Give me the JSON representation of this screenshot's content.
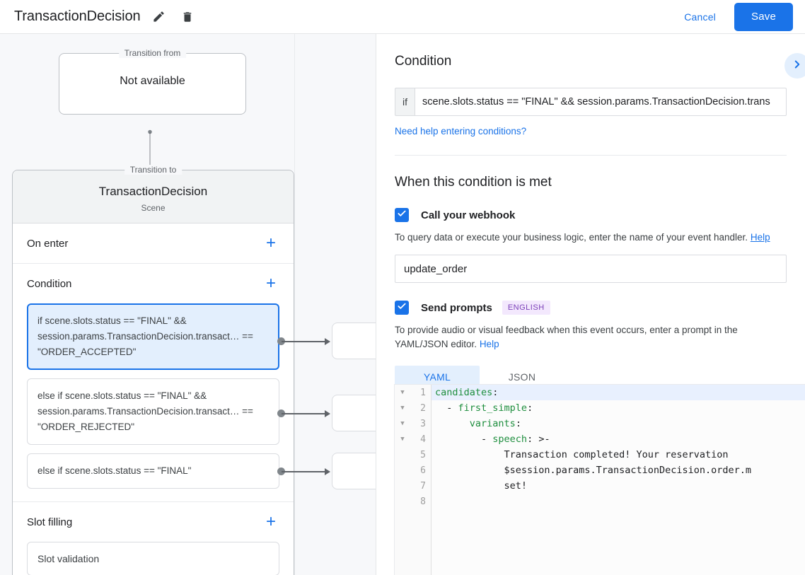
{
  "header": {
    "title": "TransactionDecision",
    "edit_icon": "pencil-icon",
    "delete_icon": "trash-icon",
    "cancel_label": "Cancel",
    "save_label": "Save",
    "accent_color": "#1a73e8"
  },
  "canvas": {
    "transition_from": {
      "legend": "Transition from",
      "value": "Not available"
    },
    "transition_to": {
      "legend": "Transition to",
      "scene_name": "TransactionDecision",
      "scene_type": "Scene"
    },
    "sections": [
      {
        "title": "On enter",
        "add_label": "+"
      },
      {
        "title": "Condition",
        "add_label": "+"
      },
      {
        "title": "Slot filling",
        "add_label": "+"
      }
    ],
    "conditions": [
      {
        "text": "if scene.slots.status == \"FINAL\" && session.params.TransactionDecision.transact… == \"ORDER_ACCEPTED\"",
        "selected": true
      },
      {
        "text": "else if scene.slots.status == \"FINAL\" && session.params.TransactionDecision.transact… == \"ORDER_REJECTED\"",
        "selected": false
      },
      {
        "text": "else if scene.slots.status == \"FINAL\"",
        "selected": false
      }
    ],
    "slot_filling_items": [
      "Slot validation"
    ]
  },
  "panel": {
    "expand_icon": "chevron-right-icon",
    "condition": {
      "heading": "Condition",
      "if_label": "if",
      "value": "scene.slots.status == \"FINAL\" && session.params.TransactionDecision.trans",
      "help_link": "Need help entering conditions?"
    },
    "when_met": {
      "heading": "When this condition is met",
      "webhook": {
        "checked": true,
        "label": "Call your webhook",
        "description": "To query data or execute your business logic, enter the name of your event handler.",
        "help_label": "Help",
        "handler_value": "update_order",
        "handler_placeholder": ""
      },
      "prompts": {
        "checked": true,
        "label": "Send prompts",
        "language_badge": "ENGLISH",
        "description": "To provide audio or visual feedback when this event occurs, enter a prompt in the YAML/JSON editor.",
        "help_label": "Help",
        "tabs": [
          {
            "label": "YAML",
            "active": true
          },
          {
            "label": "JSON",
            "active": false
          }
        ]
      }
    },
    "editor": {
      "lines": [
        {
          "num": "1",
          "fold": true,
          "highlight": true,
          "segments": [
            {
              "t": "candidates",
              "c": "k"
            },
            {
              "t": ":",
              "c": "punc"
            }
          ]
        },
        {
          "num": "2",
          "fold": true,
          "highlight": false,
          "segments": [
            {
              "t": "  - ",
              "c": "punc"
            },
            {
              "t": "first_simple",
              "c": "k"
            },
            {
              "t": ":",
              "c": "punc"
            }
          ]
        },
        {
          "num": "3",
          "fold": true,
          "highlight": false,
          "segments": [
            {
              "t": "      ",
              "c": "punc"
            },
            {
              "t": "variants",
              "c": "k"
            },
            {
              "t": ":",
              "c": "punc"
            }
          ]
        },
        {
          "num": "4",
          "fold": true,
          "highlight": false,
          "segments": [
            {
              "t": "        - ",
              "c": "punc"
            },
            {
              "t": "speech",
              "c": "k"
            },
            {
              "t": ": >-",
              "c": "punc"
            }
          ]
        },
        {
          "num": "5",
          "fold": false,
          "highlight": false,
          "segments": [
            {
              "t": "            Transaction completed! Your reservation",
              "c": "punc"
            }
          ]
        },
        {
          "num": "6",
          "fold": false,
          "highlight": false,
          "segments": [
            {
              "t": "            $session.params.TransactionDecision.order.m",
              "c": "punc"
            }
          ]
        },
        {
          "num": "7",
          "fold": false,
          "highlight": false,
          "segments": [
            {
              "t": "            set!",
              "c": "punc"
            }
          ]
        },
        {
          "num": "8",
          "fold": false,
          "highlight": false,
          "segments": [
            {
              "t": "",
              "c": "punc"
            }
          ]
        }
      ]
    }
  }
}
